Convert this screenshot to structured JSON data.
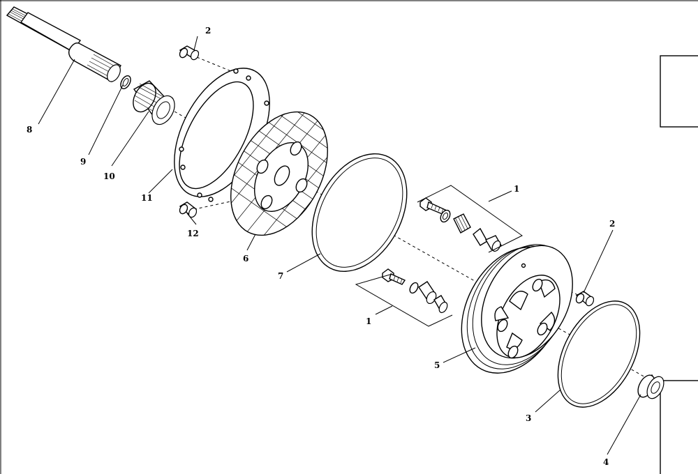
{
  "callouts": {
    "c1_top": "1",
    "c1_bottom": "1",
    "c2_left": "2",
    "c2_right": "2",
    "c3": "3",
    "c4": "4",
    "c5": "5",
    "c6": "6",
    "c7": "7",
    "c8": "8",
    "c9": "9",
    "c10": "10",
    "c11": "11",
    "c12": "12"
  }
}
